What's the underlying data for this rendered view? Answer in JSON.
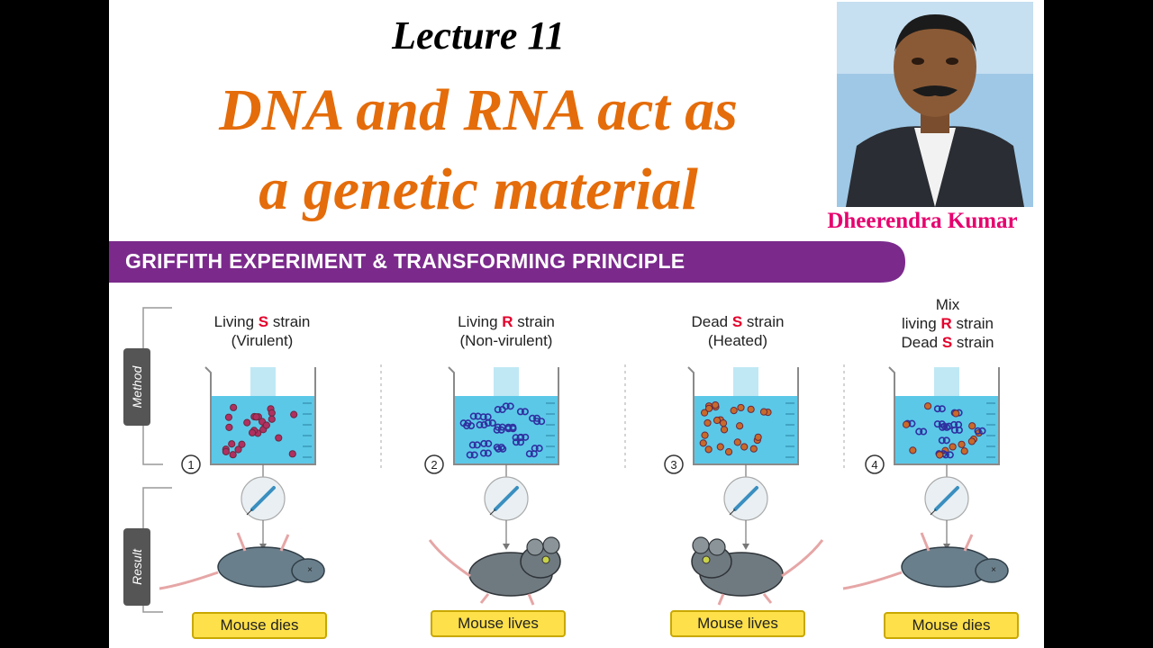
{
  "header": {
    "lecture": "Lecture 11",
    "title_line1": "DNA and RNA act as",
    "title_line2": "a genetic material",
    "presenter": "Dheerendra Kumar"
  },
  "banner": {
    "text": "GRIFFITH EXPERIMENT & TRANSFORMING PRINCIPLE"
  },
  "side_labels": {
    "method": "Method",
    "result": "Result"
  },
  "experiments": [
    {
      "step": "1",
      "pre": "Living ",
      "strain": "S",
      "post": " strain",
      "sub": "(Virulent)",
      "result": "Mouse dies"
    },
    {
      "step": "2",
      "pre": "Living ",
      "strain": "R",
      "post": " strain",
      "sub": "(Non-virulent)",
      "result": "Mouse lives"
    },
    {
      "step": "3",
      "pre": "Dead ",
      "strain": "S",
      "post": " strain",
      "sub": "(Heated)",
      "result": "Mouse lives"
    },
    {
      "step": "4",
      "mix": "Mix",
      "line1_pre": "living ",
      "line1_strain": "R",
      "line1_post": " strain",
      "line2_pre": "Dead ",
      "line2_strain": "S",
      "line2_post": " strain",
      "result": "Mouse dies"
    }
  ],
  "colors": {
    "title": "#e46c0a",
    "presenter": "#e6006e",
    "banner": "#7b2a8c",
    "strain_highlight": "#e4002b",
    "result_box": "#fde04a",
    "liquid": "#5bc8e8"
  }
}
